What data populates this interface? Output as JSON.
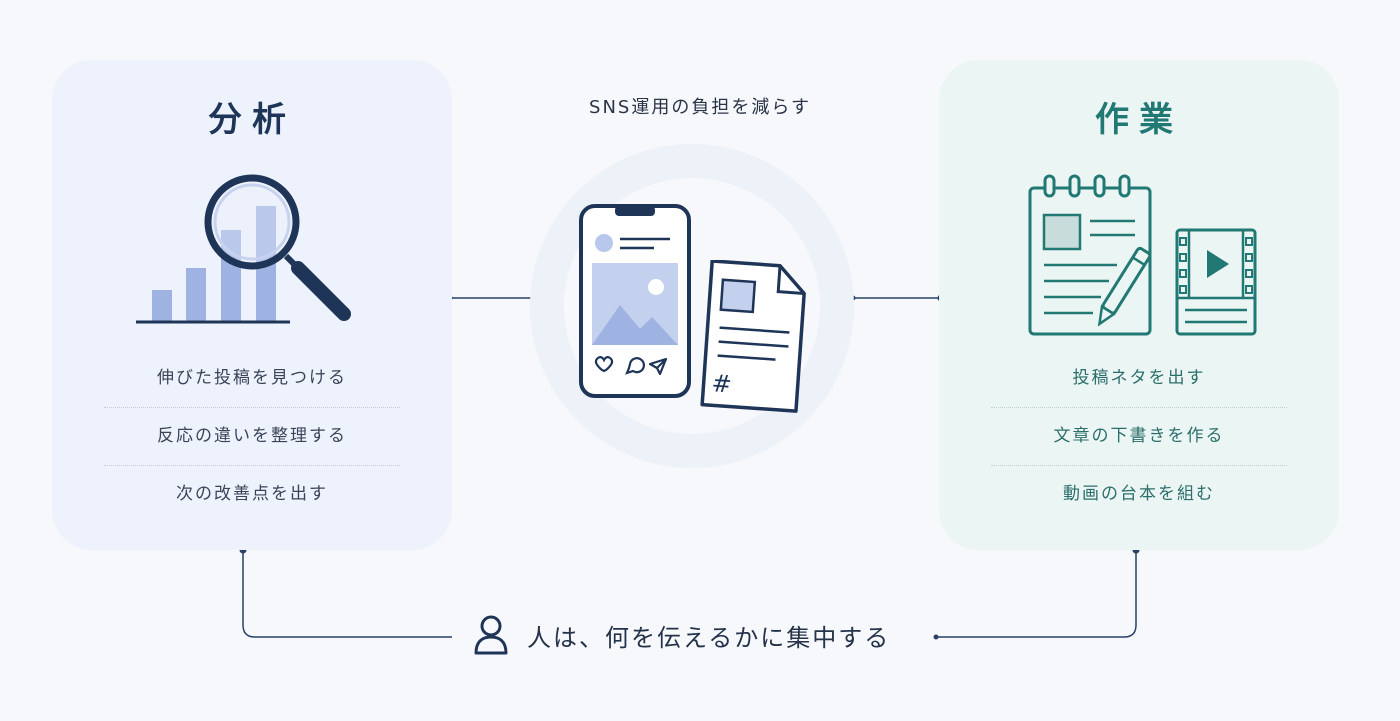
{
  "analysis": {
    "title": "分析",
    "items": [
      "伸びた投稿を見つける",
      "反応の違いを整理する",
      "次の改善点を出す"
    ]
  },
  "work": {
    "title": "作業",
    "items": [
      "投稿ネタを出す",
      "文章の下書きを作る",
      "動画の台本を組む"
    ]
  },
  "center": {
    "title": "SNS運用の負担を減らす",
    "hashtag": "#"
  },
  "bottom": {
    "text": "人は、何を伝えるかに集中する"
  },
  "colors": {
    "navy": "#1f3558",
    "teal": "#227873",
    "analysis_bg": "#edf2fc",
    "work_bg": "#eaf5f4",
    "bar": "#9fb3e2"
  },
  "icons": [
    "magnifier-chart-icon",
    "smartphone-post-icon",
    "document-icon",
    "notepad-pen-icon",
    "video-film-icon",
    "person-icon",
    "heart-icon",
    "comment-icon",
    "send-icon"
  ]
}
